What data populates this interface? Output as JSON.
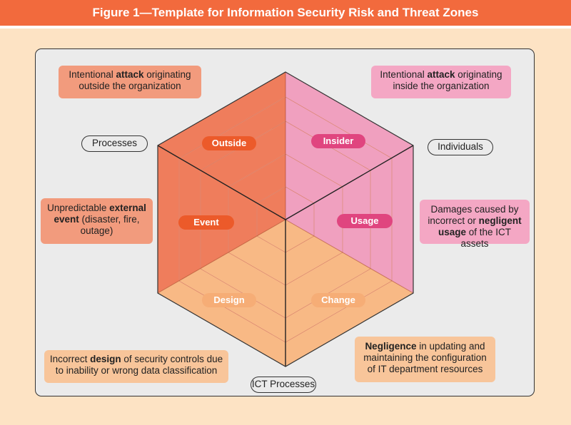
{
  "title": "Figure 1—Template for Information Security Risk and Threat Zones",
  "axes": {
    "processes": "Processes",
    "individuals": "Individuals",
    "ict_processes": "ICT Processes"
  },
  "zones": {
    "outside": "Outside",
    "insider": "Insider",
    "event": "Event",
    "usage": "Usage",
    "design": "Design",
    "change": "Change"
  },
  "notes": {
    "outside": {
      "pre": "Intentional ",
      "bold": "attack",
      "post": " originating outside the organization"
    },
    "insider": {
      "pre": "Intentional ",
      "bold": "attack",
      "post": " originating inside the organization"
    },
    "event": {
      "pre": "Unpredictable ",
      "bold": "external event",
      "post": " (disaster, fire, outage)"
    },
    "usage": {
      "pre": "Damages caused by incorrect or ",
      "bold": "negligent usage",
      "post": " of the ICT assets"
    },
    "design": {
      "pre": "Incorrect ",
      "bold": "design",
      "post": " of security controls due to inability or wrong data classification"
    },
    "change": {
      "pre": "",
      "bold": "Negligence",
      "post": " in updating and maintaining the configuration of IT department resources"
    }
  },
  "colors": {
    "title_bar": "#f26a3d",
    "background": "#fde3c4",
    "orange_zone": "#ef7d5c",
    "pink_zone": "#f0a0bf",
    "peach_zone": "#f8b985",
    "tag_orange": "#ec5a2a",
    "tag_pink": "#e0457f",
    "tag_peach": "#f6ad76"
  }
}
